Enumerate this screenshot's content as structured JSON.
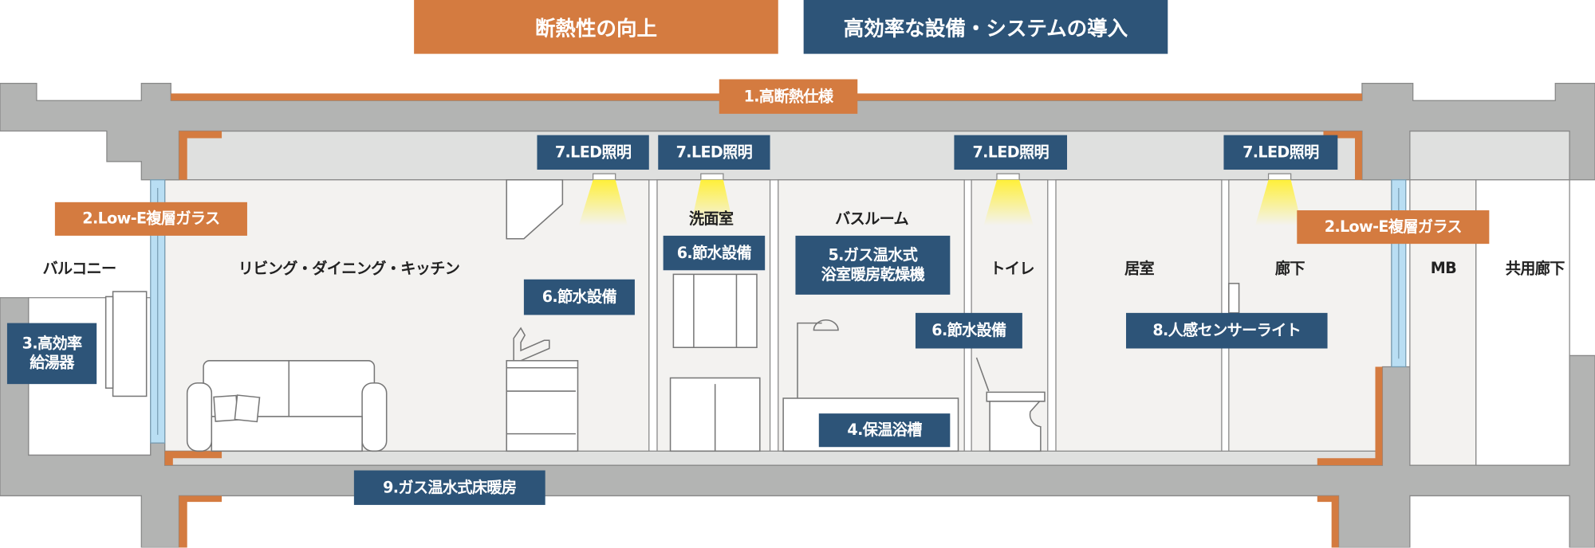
{
  "headers": {
    "insulation": "断熱性の向上",
    "equipment": "高効率な設備・システムの導入"
  },
  "colors": {
    "insulation": "#d47b40",
    "equipment": "#2d5478",
    "wall": "#b3b4b3"
  },
  "rooms": {
    "balcony": "バルコニー",
    "ldk": "リビング・ダイニング・キッチン",
    "washroom": "洗面室",
    "bathroom": "バスルーム",
    "toilet": "トイレ",
    "bedroom": "居室",
    "corridor": "廊下",
    "mb": "MB",
    "common_corridor": "共用廊下"
  },
  "labels": {
    "high_insulation": "1.高断熱仕様",
    "lowe_glass": "2.Low-E複層ガラス",
    "water_heater_1": "3.高効率",
    "water_heater_2": "給湯器",
    "bathtub": "4.保温浴槽",
    "bath_dryer_1": "5.ガス温水式",
    "bath_dryer_2": "浴室暖房乾燥機",
    "water_saving": "6.節水設備",
    "led": "7.LED照明",
    "sensor_light": "8.人感センサーライト",
    "floor_heating": "9.ガス温水式床暖房"
  }
}
